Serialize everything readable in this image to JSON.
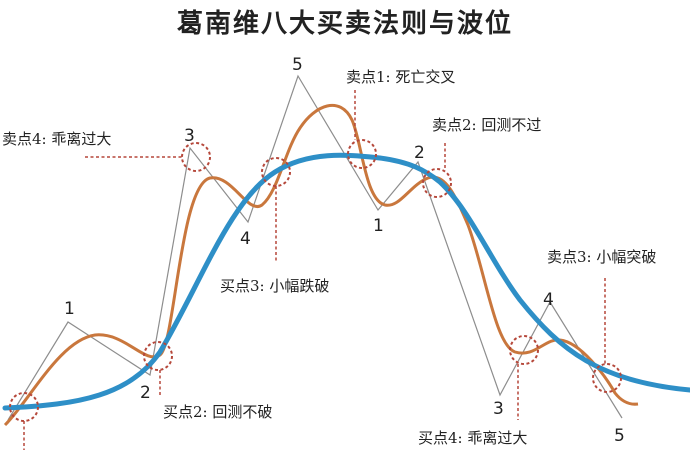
{
  "title": "葛南维八大买卖法则与波位",
  "labels": {
    "sell1": "卖点1: 死亡交叉",
    "sell2": "卖点2: 回测不过",
    "sell3": "卖点3: 小幅突破",
    "sell4_top": "卖点4: 乖离过大",
    "buy2": "买点2: 回测不破",
    "buy3": "买点3: 小幅跌破",
    "buy4": "买点4: 乖离过大"
  },
  "wave_numbers": {
    "up1": "1",
    "up2": "2",
    "up3": "3",
    "up4": "4",
    "up5": "5",
    "down1": "1",
    "down2": "2",
    "down3": "3",
    "down4": "4",
    "down5": "5"
  },
  "colors": {
    "moving_average": "#2e8fc7",
    "price": "#c9773d",
    "wave": "#8d8d8d",
    "marker": "#b5473a",
    "text": "#222222"
  }
}
